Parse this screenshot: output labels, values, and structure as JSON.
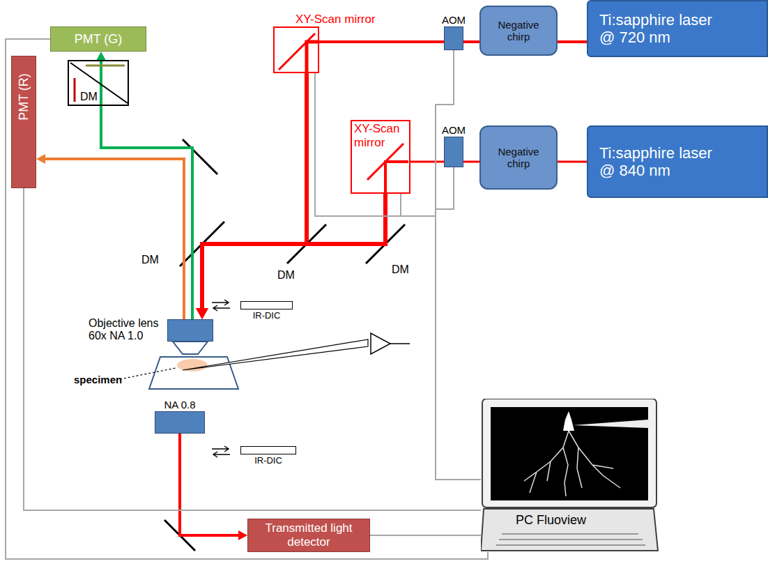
{
  "diagram": {
    "nodes": [
      {
        "text": [
          "XY-Scan mirror"
        ]
      },
      {
        "text": [
          "AOM"
        ]
      },
      {
        "text": [
          "Negative chirp"
        ]
      },
      {
        "text": [
          "Ti:sapphire laser @ 720 nm"
        ]
      },
      {
        "text": [
          "XY-Scan mirror"
        ]
      },
      {
        "text": [
          "AOM"
        ]
      },
      {
        "text": [
          "Negative chirp"
        ]
      },
      {
        "text": [
          "Ti:sapphire laser @ 840 nm"
        ]
      },
      {
        "text": [
          "PMT (G)"
        ]
      },
      {
        "text": [
          "PMT (R)"
        ]
      },
      {
        "text": [
          "DM"
        ]
      },
      {
        "text": [
          "IR-DIC"
        ]
      },
      {
        "text": [
          "Objective lens 60x NA 1.0"
        ]
      },
      {
        "text": [
          "NA 0.8"
        ]
      },
      {
        "text": [
          "IR-DIC"
        ]
      },
      {
        "text": [
          "Transmitted light detector"
        ]
      },
      {
        "text": [
          "PC Fluoview"
        ]
      }
    ],
    "edges": [
      {
        "from": 3,
        "to": 2,
        "arrow": "none"
      },
      {
        "from": 2,
        "to": 1,
        "arrow": "none"
      },
      {
        "from": 1,
        "to": 0,
        "arrow": "none"
      },
      {
        "from": 7,
        "to": 6,
        "arrow": "none"
      },
      {
        "from": 6,
        "to": 5,
        "arrow": "none"
      },
      {
        "from": 5,
        "to": 4,
        "arrow": "none"
      },
      {
        "from": 0,
        "to": 12,
        "arrow": "to"
      },
      {
        "from": 4,
        "to": 12,
        "arrow": "to"
      },
      {
        "from": 12,
        "to": 8,
        "arrow": "to"
      },
      {
        "from": 12,
        "to": 9,
        "arrow": "to"
      },
      {
        "from": 13,
        "to": 15,
        "arrow": "to"
      },
      {
        "from": 1,
        "to": 16,
        "arrow": "none"
      },
      {
        "from": 5,
        "to": 16,
        "arrow": "none"
      },
      {
        "from": 0,
        "to": 16,
        "arrow": "none"
      },
      {
        "from": 4,
        "to": 16,
        "arrow": "none"
      },
      {
        "from": 15,
        "to": 16,
        "arrow": "none"
      },
      {
        "from": 8,
        "to": 16,
        "arrow": "none"
      },
      {
        "from": 9,
        "to": 16,
        "arrow": "none"
      }
    ],
    "labels": [
      "DM",
      "DM",
      "DM",
      "specimen"
    ]
  }
}
